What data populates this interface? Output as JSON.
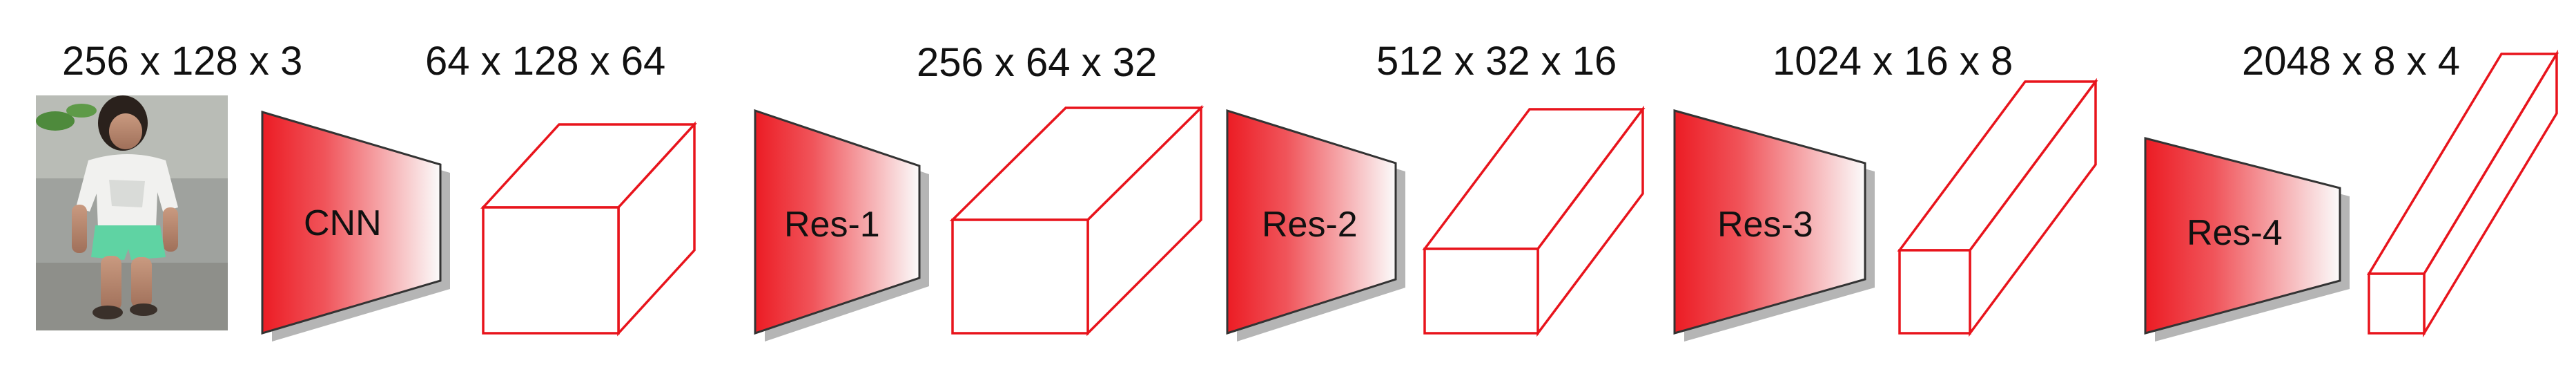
{
  "diagram": {
    "input": {
      "dims": "256 x 128 x 3",
      "image": "pedestrian-photo"
    },
    "stages": [
      {
        "label": "CNN",
        "output_dims": "64 x 128 x 64"
      },
      {
        "label": "Res-1",
        "output_dims": "256 x 64 x 32"
      },
      {
        "label": "Res-2",
        "output_dims": "512 x 32 x 16"
      },
      {
        "label": "Res-3",
        "output_dims": "1024 x 16 x 8"
      },
      {
        "label": "Res-4",
        "output_dims": "2048 x 8 x 4"
      }
    ],
    "colors": {
      "block_fill_start": "#ec1c24",
      "block_fill_end": "#ffffff",
      "cube_stroke": "#e8141c",
      "block_outline": "#333333",
      "shadow": "#b5b5b5"
    }
  }
}
